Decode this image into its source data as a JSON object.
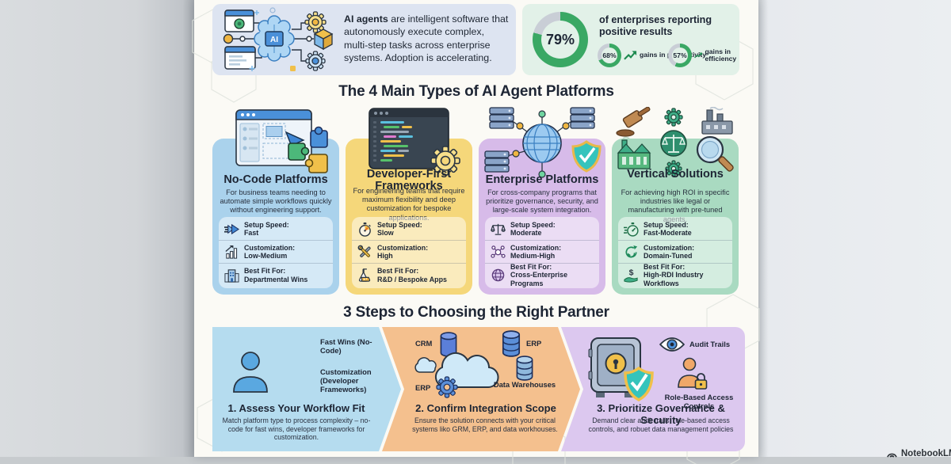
{
  "watermark": {
    "label": "NotebookLM"
  },
  "colors": {
    "page_bg": "#fbfaf5",
    "intro_box_bg": "#dde4f1",
    "stats_box_bg": "#e2f1e8",
    "donut_green": "#3aa864",
    "donut_track": "#c9ced6",
    "card_nocode_bg": "#aad2ec",
    "card_developer_bg": "#f5d77a",
    "card_enterprise_bg": "#d7bbe9",
    "card_vertical_bg": "#a9dac1",
    "step1_bg": "#b5dcef",
    "step2_bg": "#f4c08e",
    "step3_bg": "#dcc8ef"
  },
  "intro": {
    "chip": "AI",
    "lead": "AI agents",
    "text": " are intelligent software that autonomously execute complex, multi-step tasks across enterprise systems. Adoption is accelerating."
  },
  "stats": {
    "main_pct": "79%",
    "main_value": 79,
    "title": "of enterprises reporting positive results",
    "sub": [
      {
        "pct": "68%",
        "value": 68,
        "label": "gains in productivity"
      },
      {
        "pct": "57%",
        "value": 57,
        "label": "gains in efficiency"
      }
    ]
  },
  "section_platforms": {
    "title": "The 4 Main Types of AI Agent Platforms"
  },
  "cards": [
    {
      "title": "No-Code Platforms",
      "description": "For business teams needing to automate simple workflows quickly without engineering support.",
      "rows": [
        {
          "label": "Setup Speed:",
          "value": "Fast"
        },
        {
          "label": "Customization:",
          "value": "Low-Medium"
        },
        {
          "label": "Best Fit For:",
          "value": "Departmental Wins"
        }
      ]
    },
    {
      "title": "Developer-First Frameworks",
      "description": "For engineering teams that require maximum flexibility and deep customization for bespoke applications.",
      "rows": [
        {
          "label": "Setup Speed:",
          "value": "Slow"
        },
        {
          "label": "Customization:",
          "value": "High"
        },
        {
          "label": "Best Fit For:",
          "value": "R&D / Bespoke Apps"
        }
      ]
    },
    {
      "title": "Enterprise Platforms",
      "description": "For cross-company programs that prioritize governance, security, and large-scale system integration.",
      "rows": [
        {
          "label": "Setup Speed:",
          "value": "Moderate"
        },
        {
          "label": "Customization:",
          "value": "Medium-High"
        },
        {
          "label": "Best Fit For:",
          "value": "Cross-Enterprise Programs"
        }
      ]
    },
    {
      "title": "Vertical Solutions",
      "description": "For achieving high ROI in specific industries like legal or manufacturing with pre-tuned agents.",
      "rows": [
        {
          "label": "Setup Speed:",
          "value": "Fast-Moderate"
        },
        {
          "label": "Customization:",
          "value": "Domain-Tuned"
        },
        {
          "label": "Best Fit For:",
          "value": "High-RDI Industry Workflows"
        }
      ]
    }
  ],
  "section_steps": {
    "title": "3 Steps to Choosing the Right Partner"
  },
  "steps": [
    {
      "title": "1. Assess Your Workflow Fit",
      "description": "Match platform type to process complexity – no-code for fast wins, developer frameworks for customization.",
      "annotations": [
        "Fast Wins (No-Code)",
        "Customization (Developer Frameworks)"
      ]
    },
    {
      "title": "2. Confirm Integration Scope",
      "description": "Ensure the solution connects with your critical systems liko GRM, ERP, and data workhouses.",
      "labels": {
        "crm": "CRM",
        "erp_top": "ERP",
        "erp_bottom": "ERP",
        "warehouses": "Data Warehouses"
      }
    },
    {
      "title": "3. Prioritize Governance & Security",
      "description": "Demand clear audit trails, role-based access controls, and robuet data management policies",
      "annotations": [
        "Audit Trails",
        "Role-Based Access Controls"
      ]
    }
  ]
}
